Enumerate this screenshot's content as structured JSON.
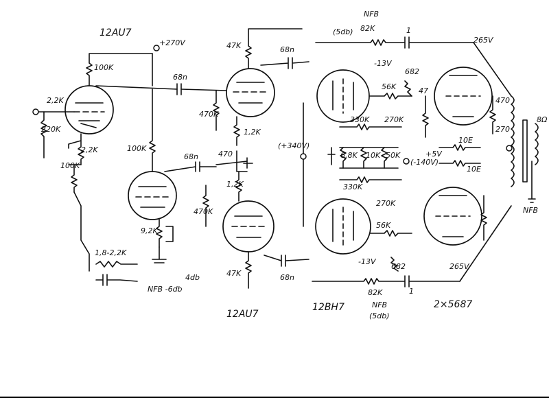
{
  "labels": {
    "tube_12au7_top": "12AU7",
    "tube_12au7_bottom": "12AU7",
    "tube_12bh7": "12BH7",
    "tube_output": "2×5687",
    "v_plus270": "+270V",
    "v_265_top": "265V",
    "v_265_bottom": "265V",
    "v_plus340": "(+340V)",
    "v_minus13_top": "-13V",
    "v_minus13_bottom": "-13V",
    "v_minus140": "(-140V)",
    "v_plus5": "+5V",
    "r_100k_a": "100K",
    "r_100k_b": "100K",
    "r_100k_c": "100K",
    "r_22k": "2,2K",
    "r_220k": "220K",
    "r_22k_b": "2,2K",
    "r_92k": "9,2K",
    "r_470k_a": "470K",
    "r_470k_b": "470",
    "r_470k_c": "470K",
    "r_47k_top": "47K",
    "r_47k_bottom": "47K",
    "r_12k_top": "1,2K",
    "r_12k_bottom": "1,2K",
    "c_68_a": "68n",
    "c_68_b": "68n",
    "c_68_c": "68n",
    "c_68_d": "68n",
    "c_1_top": "1",
    "c_1_bottom": "1",
    "r_82k_top": "82K",
    "r_82k_bottom": "82K",
    "r_56k_top": "56K",
    "r_56k_bottom": "56K",
    "r_330k_top": "330K",
    "r_330k_bottom": "330K",
    "r_270k_top": "270K",
    "r_270k_bottom": "270K",
    "r_68k": "6,8K",
    "r_10k": "10K",
    "r_50k": "50K",
    "r_682_top": "682",
    "r_682_bottom": "682",
    "r_47_out": "47",
    "r_470_out": "470",
    "r_10e_a": "10E",
    "r_10e_b": "10E",
    "r_18k": "1,8-2,2K",
    "nfb_top": "NFB",
    "nfb_top_db": "(5db)",
    "nfb_bottom": "NFB",
    "nfb_bottom_db": "(5db)",
    "nfb_left": "NFB -6db",
    "nfb_4db": "4db",
    "nfb_out": "NFB",
    "out_8": "8Ω",
    "trafo_270": "270"
  }
}
